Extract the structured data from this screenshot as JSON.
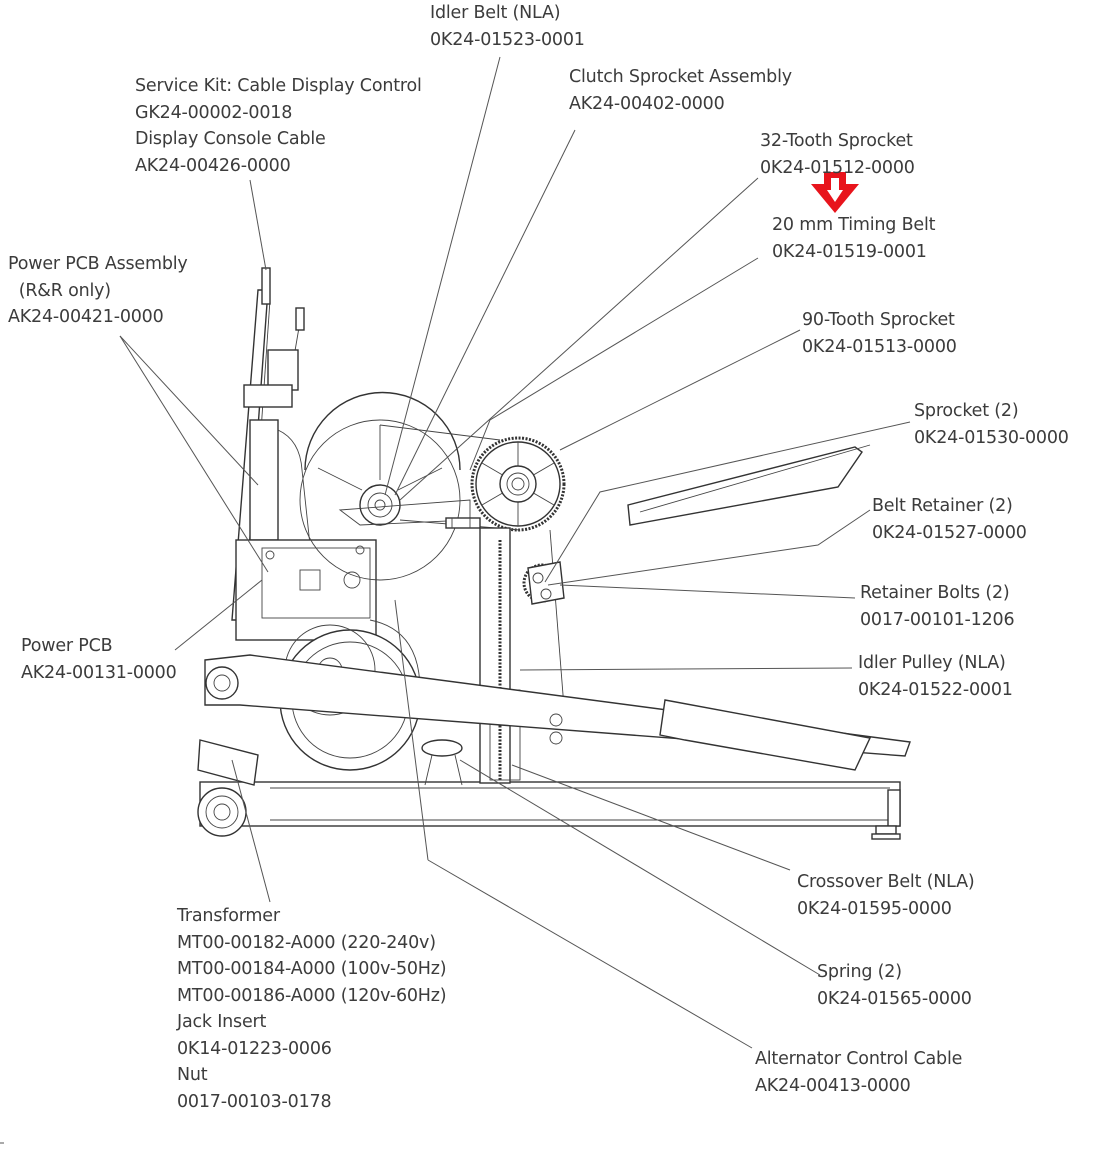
{
  "diagram": {
    "title": "Drive train and electronics parts breakdown",
    "highlight_color": "#e8141c",
    "highlight_marker": "down-arrow-icon",
    "highlighted_part": "20 mm Timing Belt"
  },
  "callouts": [
    {
      "id": "idler-belt",
      "lines": [
        "Idler Belt (NLA)",
        "0K24-01523-0001"
      ]
    },
    {
      "id": "service-kit",
      "lines": [
        "Service Kit: Cable Display Control",
        "GK24-00002-0018",
        "Display Console Cable",
        "AK24-00426-0000"
      ]
    },
    {
      "id": "clutch-sprocket",
      "lines": [
        "Clutch Sprocket Assembly",
        "AK24-00402-0000"
      ]
    },
    {
      "id": "sprocket-32",
      "lines": [
        "32-Tooth Sprocket",
        "0K24-01512-0000"
      ]
    },
    {
      "id": "timing-belt",
      "lines": [
        "20 mm Timing Belt",
        "0K24-01519-0001"
      ]
    },
    {
      "id": "power-pcb-assembly",
      "lines": [
        "Power PCB Assembly",
        "  (R&R only)",
        "AK24-00421-0000"
      ]
    },
    {
      "id": "sprocket-90",
      "lines": [
        "90-Tooth Sprocket",
        "0K24-01513-0000"
      ]
    },
    {
      "id": "sprocket-2",
      "lines": [
        "Sprocket (2)",
        "0K24-01530-0000"
      ]
    },
    {
      "id": "belt-retainer",
      "lines": [
        "Belt Retainer (2)",
        "0K24-01527-0000"
      ]
    },
    {
      "id": "retainer-bolts",
      "lines": [
        "Retainer Bolts (2)",
        "0017-00101-1206"
      ]
    },
    {
      "id": "power-pcb",
      "lines": [
        "Power PCB",
        "AK24-00131-0000"
      ]
    },
    {
      "id": "idler-pulley",
      "lines": [
        "Idler Pulley (NLA)",
        "0K24-01522-0001"
      ]
    },
    {
      "id": "crossover-belt",
      "lines": [
        "Crossover Belt (NLA)",
        "0K24-01595-0000"
      ]
    },
    {
      "id": "transformer",
      "lines": [
        "Transformer",
        "MT00-00182-A000 (220-240v)",
        "MT00-00184-A000 (100v-50Hz)",
        "MT00-00186-A000 (120v-60Hz)",
        "Jack Insert",
        "0K14-01223-0006",
        "Nut",
        "0017-00103-0178"
      ]
    },
    {
      "id": "spring",
      "lines": [
        "Spring (2)",
        "0K24-01565-0000"
      ]
    },
    {
      "id": "alternator-cable",
      "lines": [
        "Alternator Control Cable",
        "AK24-00413-0000"
      ]
    }
  ]
}
